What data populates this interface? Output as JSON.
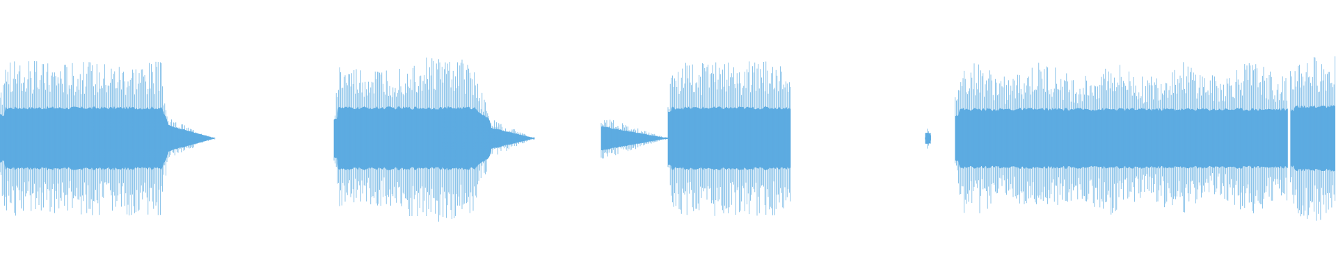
{
  "waveform": {
    "color": "#5dabe1",
    "background": "#ffffff",
    "segments": [
      {
        "name": "segment-1",
        "shape": "sustain-decay",
        "start": 0.0,
        "end": 0.1609
      },
      {
        "name": "segment-2",
        "shape": "swell-decay",
        "start": 0.25,
        "end": 0.4005
      },
      {
        "name": "segment-3",
        "shape": "short-decay",
        "start": 0.45,
        "end": 0.5
      },
      {
        "name": "segment-4",
        "shape": "sustain",
        "start": 0.5,
        "end": 0.592
      },
      {
        "name": "segment-5",
        "shape": "click",
        "start": 0.6925,
        "end": 0.697
      },
      {
        "name": "segment-6",
        "shape": "sustain-wavy",
        "start": 0.715,
        "end": 0.964
      },
      {
        "name": "segment-7",
        "shape": "sustain-tall",
        "start": 0.966,
        "end": 1.0
      }
    ]
  }
}
